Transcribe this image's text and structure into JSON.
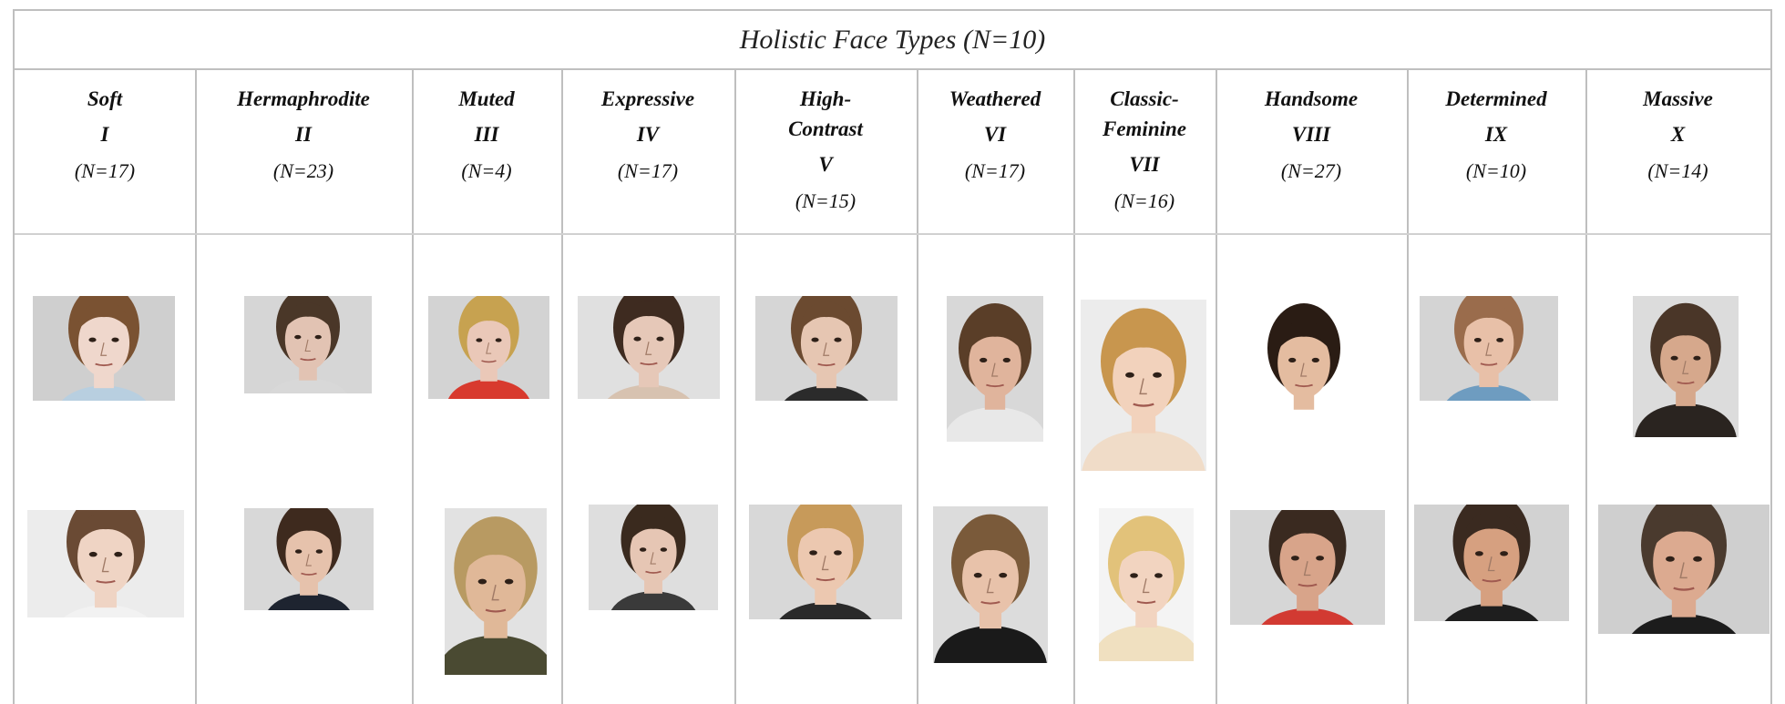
{
  "title": "Holistic Face Types (N=10)",
  "columns": [
    {
      "name": [
        "Soft"
      ],
      "numeral": "I",
      "count": "(N=17)"
    },
    {
      "name": [
        "Hermaphrodite"
      ],
      "numeral": "II",
      "count": "(N=23)"
    },
    {
      "name": [
        "Muted"
      ],
      "numeral": "III",
      "count": "(N=4)"
    },
    {
      "name": [
        "Expressive"
      ],
      "numeral": "IV",
      "count": "(N=17)"
    },
    {
      "name": [
        "High-",
        "Contrast"
      ],
      "numeral": "V",
      "count": "(N=15)"
    },
    {
      "name": [
        "Weathered"
      ],
      "numeral": "VI",
      "count": "(N=17)"
    },
    {
      "name": [
        "Classic-",
        "Feminine"
      ],
      "numeral": "VII",
      "count": "(N=16)"
    },
    {
      "name": [
        "Handsome"
      ],
      "numeral": "VIII",
      "count": "(N=27)"
    },
    {
      "name": [
        "Determined"
      ],
      "numeral": "IX",
      "count": "(N=10)"
    },
    {
      "name": [
        "Massive"
      ],
      "numeral": "X",
      "count": "(N=14)"
    }
  ]
}
